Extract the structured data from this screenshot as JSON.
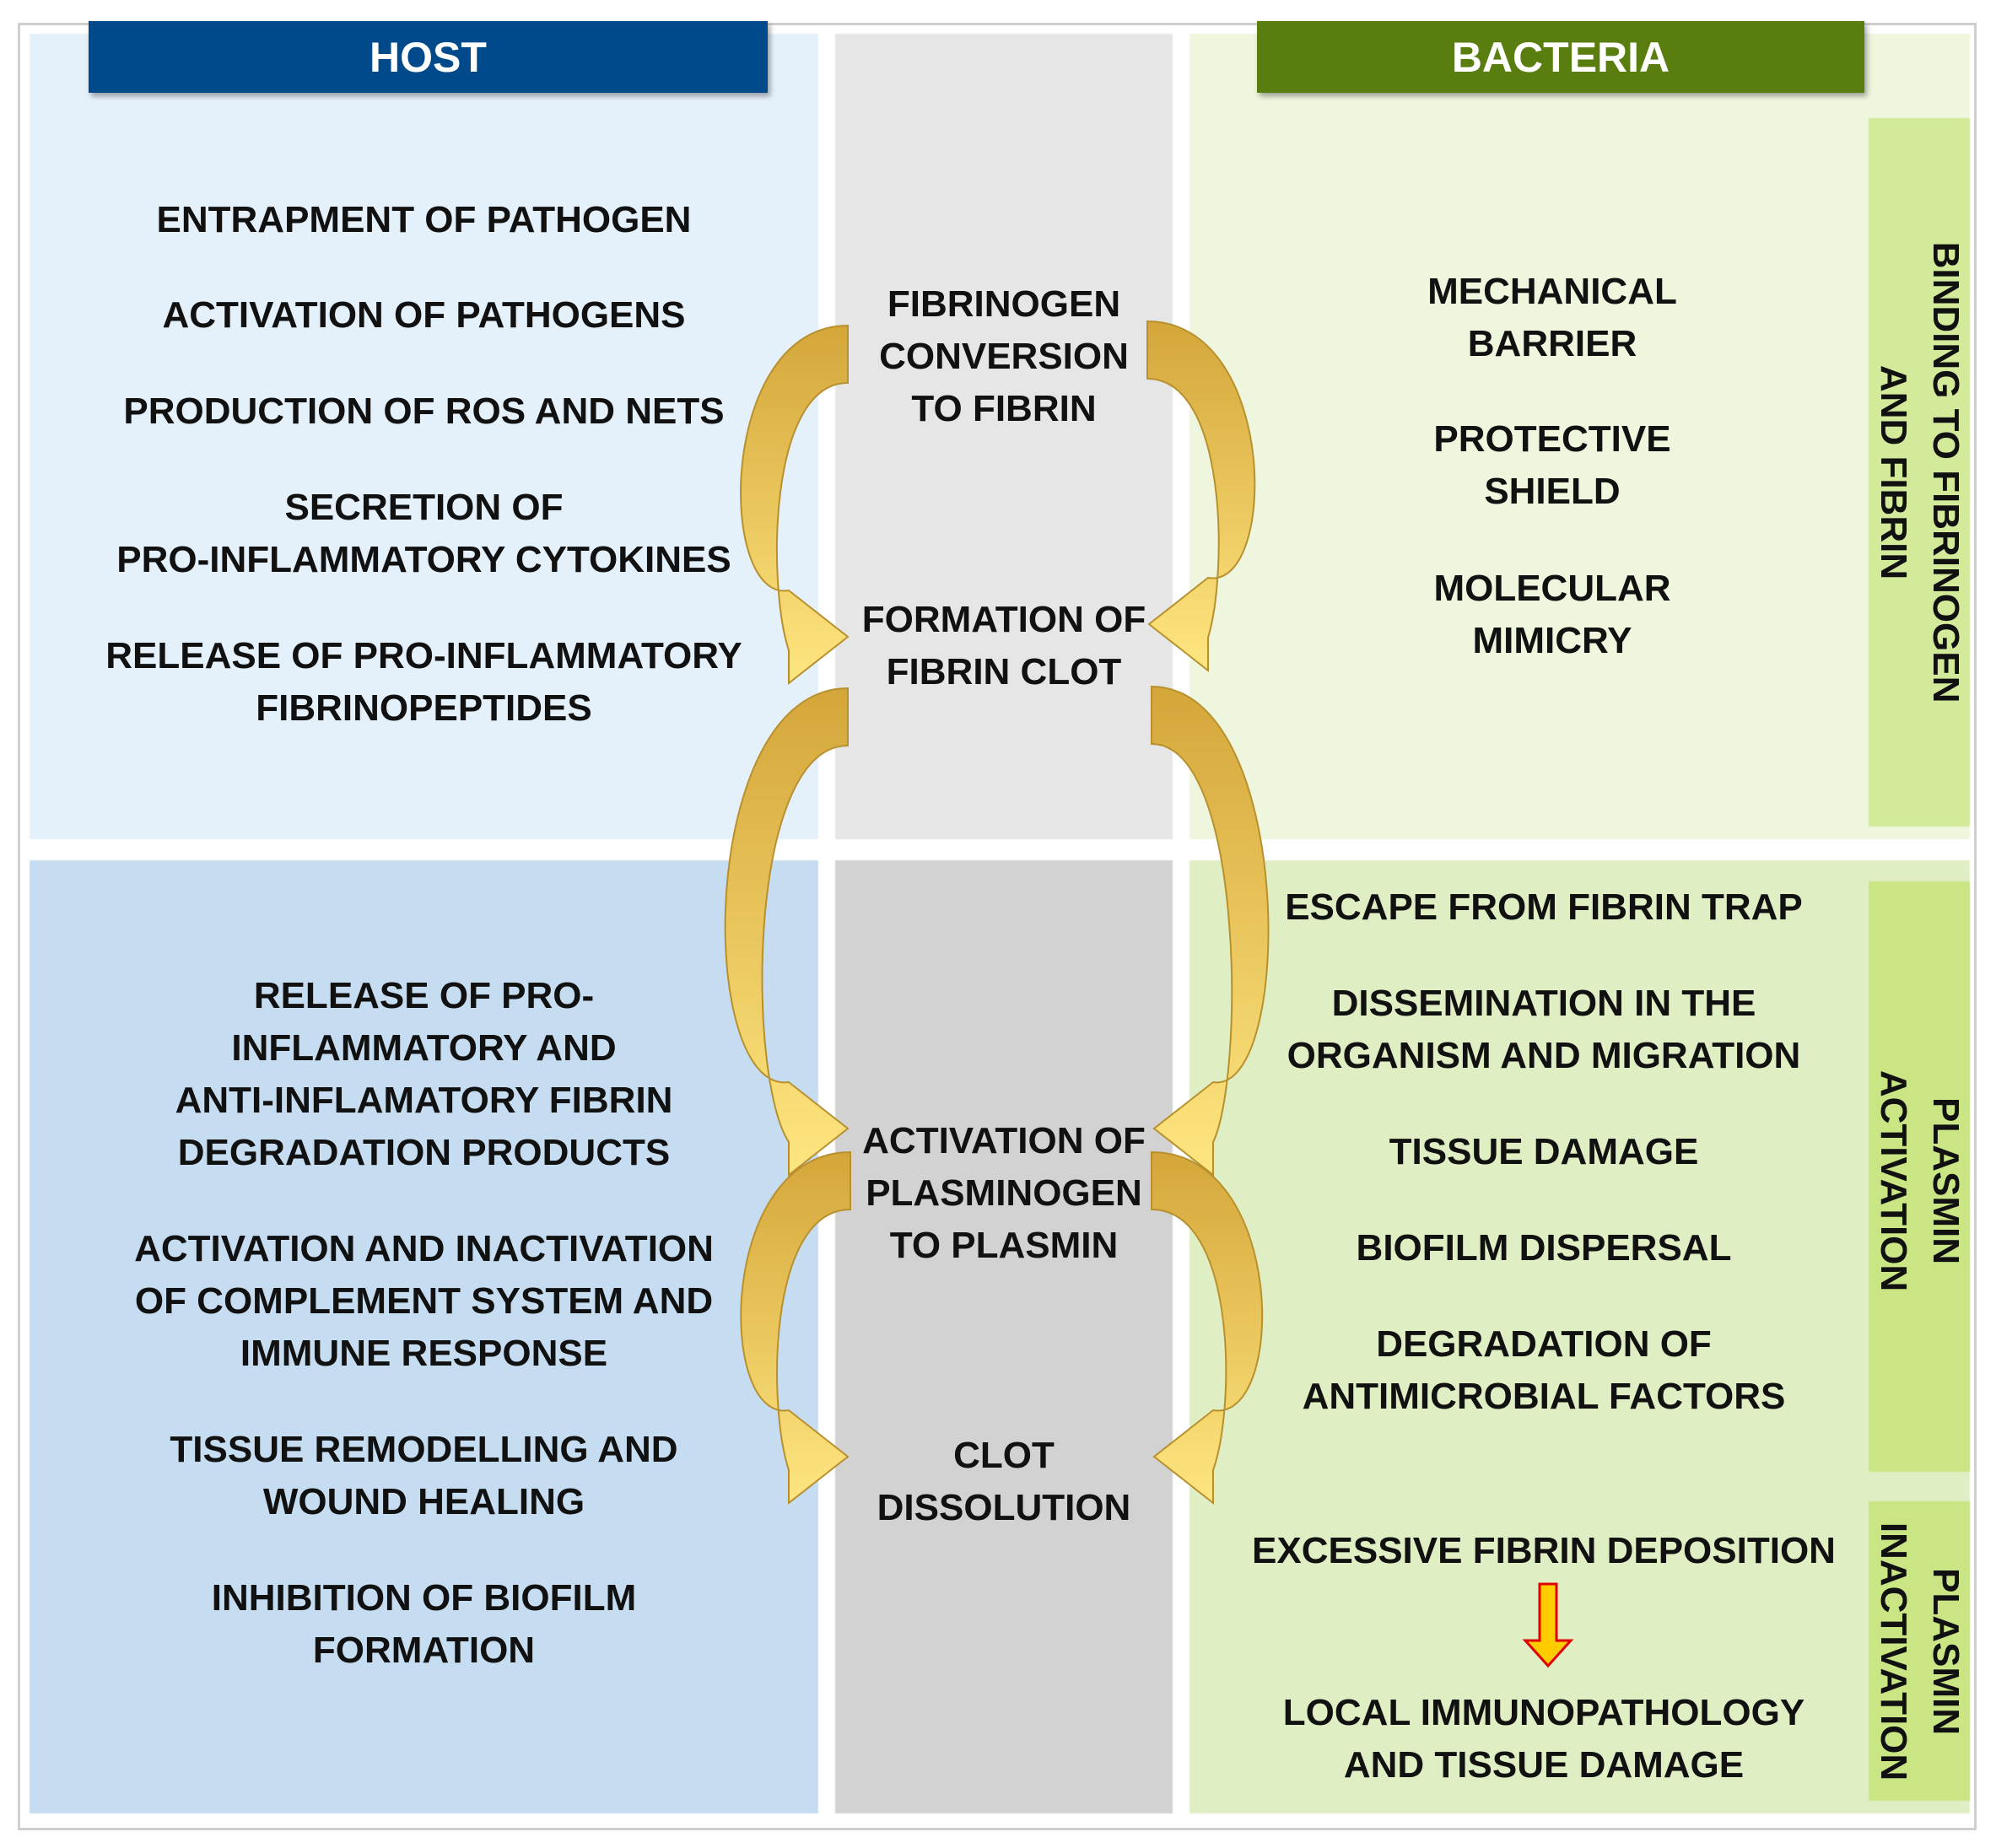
{
  "headers": {
    "host": "HOST",
    "bacteria": "BACTERIA"
  },
  "host_top": {
    "items": [
      "ENTRAPMENT OF PATHOGEN",
      "ACTIVATION OF PATHOGENS",
      "PRODUCTION OF ROS AND NETS",
      "SECRETION OF\nPRO-INFLAMMATORY CYTOKINES",
      "RELEASE OF PRO-INFLAMMATORY\nFIBRINOPEPTIDES"
    ]
  },
  "host_bottom": {
    "items": [
      "RELEASE OF PRO-\nINFLAMMATORY AND\nANTI-INFLAMATORY FIBRIN\nDEGRADATION PRODUCTS",
      "ACTIVATION AND INACTIVATION\nOF COMPLEMENT SYSTEM AND\nIMMUNE RESPONSE",
      "TISSUE REMODELLING AND\nWOUND HEALING",
      "INHIBITION OF BIOFILM\nFORMATION"
    ]
  },
  "center": {
    "steps": [
      "FIBRINOGEN\nCONVERSION\nTO FIBRIN",
      "FORMATION OF\nFIBRIN CLOT",
      "ACTIVATION OF\nPLASMINOGEN\nTO PLASMIN",
      "CLOT\nDISSOLUTION"
    ]
  },
  "bacteria_binding": {
    "label": "BINDING TO FIBRINOGEN\nAND FIBRIN",
    "items": [
      "MECHANICAL\nBARRIER",
      "PROTECTIVE\nSHIELD",
      "MOLECULAR\nMIMICRY"
    ]
  },
  "bacteria_activation": {
    "label": "PLASMIN\nACTIVATION",
    "items": [
      "ESCAPE FROM FIBRIN TRAP",
      "DISSEMINATION IN THE\nORGANISM AND MIGRATION",
      "TISSUE DAMAGE",
      "BIOFILM DISPERSAL",
      "DEGRADATION OF\nANTIMICROBIAL FACTORS"
    ]
  },
  "bacteria_inactivation": {
    "label": "PLASMIN\nINACTIVATION",
    "items": [
      "EXCESSIVE FIBRIN DEPOSITION",
      "LOCAL IMMUNOPATHOLOGY\nAND TISSUE DAMAGE"
    ]
  },
  "colors": {
    "host_header": "#004a8c",
    "bacteria_header": "#5a7d10",
    "arrow_fill_light": "#ffe680",
    "arrow_fill_dark": "#d4a63a",
    "small_arrow": "#ffcc00"
  }
}
